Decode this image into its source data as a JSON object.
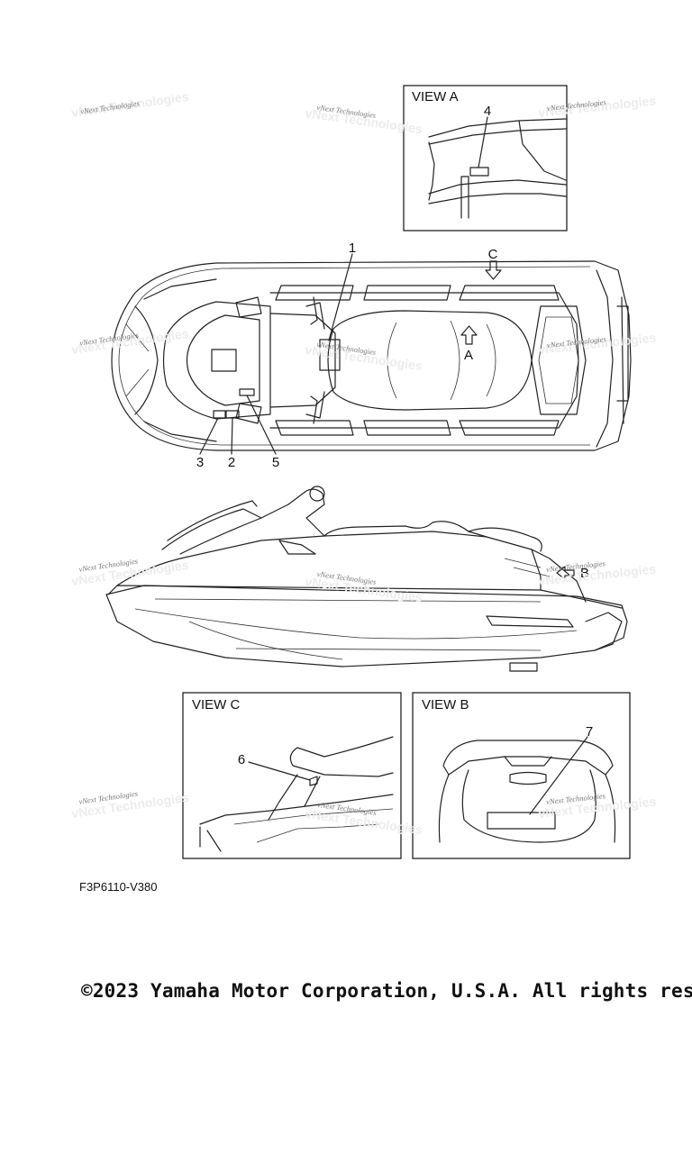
{
  "diagram": {
    "figure_code": "F3P6110-V380",
    "copyright": "©2023 Yamaha Motor Corporation, U.S.A. All rights res",
    "watermark": "vNext Technologies",
    "views": {
      "view_a": "VIEW A",
      "view_b": "VIEW B",
      "view_c": "VIEW C"
    },
    "arrows": {
      "a": "A",
      "b": "B",
      "c": "C"
    },
    "callouts": [
      "1",
      "2",
      "3",
      "4",
      "5",
      "6",
      "7"
    ]
  }
}
